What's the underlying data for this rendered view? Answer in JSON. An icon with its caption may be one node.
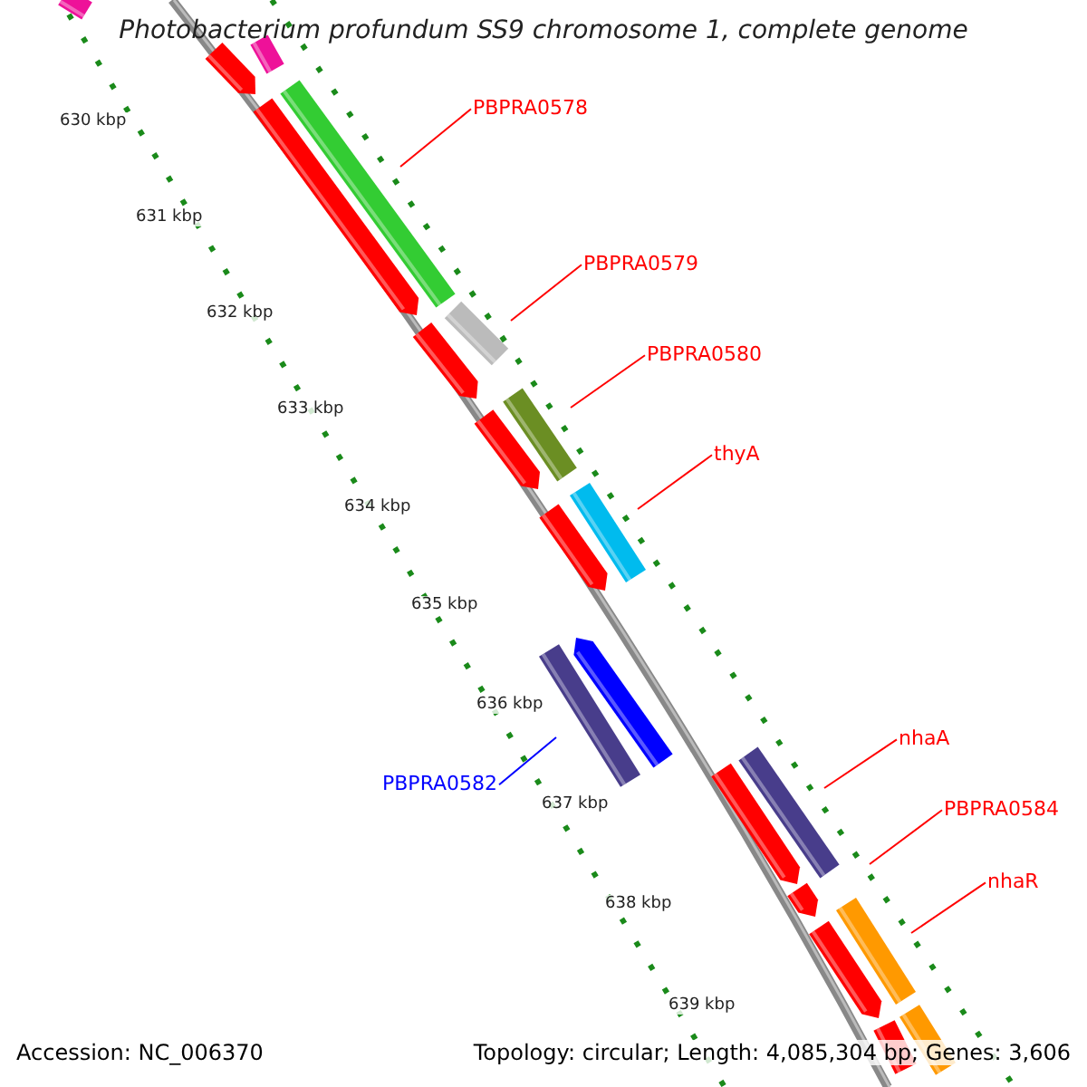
{
  "diagram": {
    "title": "Photobacterium profundum SS9 chromosome 1, complete genome",
    "nodes": [
      {
        "text": [
          "PBPRA0578"
        ]
      },
      {
        "text": [],
        "shape": "bar"
      },
      {
        "text": [
          "PBPRA0579"
        ]
      },
      {
        "text": [],
        "shape": "bar"
      },
      {
        "text": [
          "PBPRA0580"
        ]
      },
      {
        "text": [],
        "shape": "bar"
      },
      {
        "text": [
          "thyA"
        ]
      },
      {
        "text": [],
        "shape": "bar"
      },
      {
        "text": [
          "PBPRA0582"
        ]
      },
      {
        "text": [],
        "shape": "bar"
      },
      {
        "text": [
          "nhaA"
        ]
      },
      {
        "text": [],
        "shape": "bar"
      },
      {
        "text": [
          "PBPRA0584"
        ]
      },
      {
        "text": [
          "nhaR"
        ]
      },
      {
        "text": [],
        "shape": "bar"
      }
    ],
    "edges": [
      {
        "from": 0,
        "to": 1,
        "arrow": "none"
      },
      {
        "from": 2,
        "to": 3,
        "arrow": "none"
      },
      {
        "from": 4,
        "to": 5,
        "arrow": "none"
      },
      {
        "from": 6,
        "to": 7,
        "arrow": "none"
      },
      {
        "from": 8,
        "to": 9,
        "arrow": "none",
        "color": "#0000ff"
      },
      {
        "from": 10,
        "to": 11,
        "arrow": "none"
      },
      {
        "from": 12,
        "to": null,
        "arrow": "none"
      },
      {
        "from": 13,
        "to": 14,
        "arrow": "none"
      }
    ],
    "labels": [
      "630 kbp",
      "631 kbp",
      "632 kbp",
      "633 kbp",
      "634 kbp",
      "635 kbp",
      "636 kbp",
      "637 kbp",
      "638 kbp",
      "639 kbp",
      "Accession: NC_006370",
      "Topology: circular; Length: 4,085,304 bp; Genes: 3,606"
    ]
  }
}
